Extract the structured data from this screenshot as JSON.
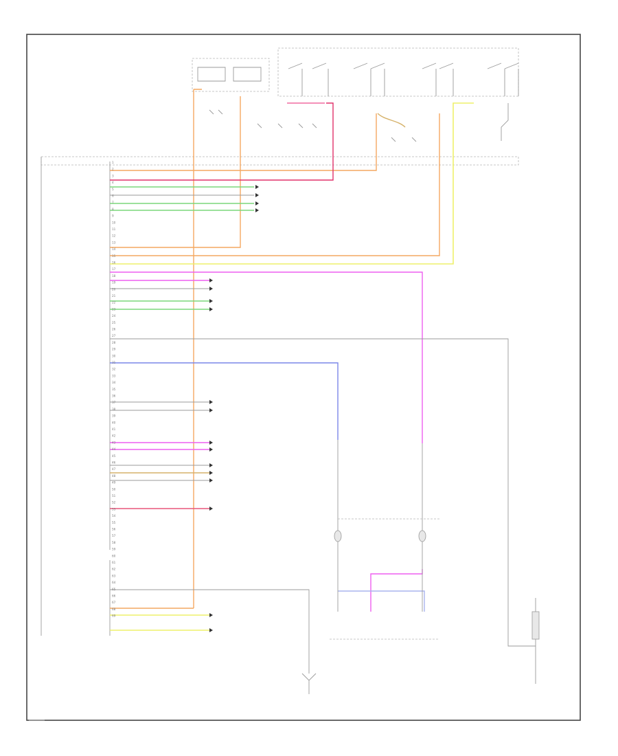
{
  "diagram": {
    "connector_pins": [
      "1",
      "2",
      "3",
      "4",
      "5",
      "6",
      "7",
      "8",
      "9",
      "10",
      "11",
      "12",
      "13",
      "14",
      "15",
      "16",
      "17",
      "18",
      "19",
      "20",
      "21",
      "22",
      "23",
      "24",
      "25",
      "26",
      "27",
      "28",
      "29",
      "30",
      "31",
      "32",
      "33",
      "34",
      "35",
      "36",
      "37",
      "38",
      "39",
      "40",
      "41",
      "42",
      "43",
      "44",
      "45",
      "46",
      "47",
      "48",
      "49",
      "50",
      "51",
      "52",
      "53",
      "54",
      "55",
      "56",
      "57",
      "58",
      "59",
      "60",
      "61",
      "62",
      "63",
      "64",
      "65",
      "66",
      "67",
      "68",
      "69"
    ]
  }
}
